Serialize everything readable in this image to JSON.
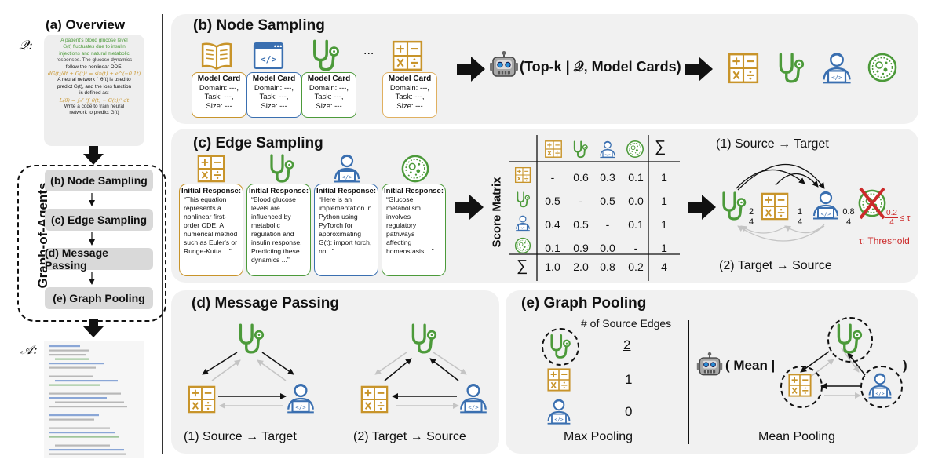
{
  "overview": {
    "title": "(a) Overview",
    "q_label": "𝒬:",
    "a_label": "𝒜:",
    "question_lines": [
      {
        "text": "A patient's blood glucose level",
        "cls": "green"
      },
      {
        "text": "G(t) fluctuates due to insulin",
        "cls": "green"
      },
      {
        "text": "injections and natural metabolic",
        "cls": "green"
      },
      {
        "text": "responses. The glucose dynamics",
        "cls": "mix"
      },
      {
        "text": "follow the nonlinear ODE:",
        "cls": ""
      },
      {
        "text": "dG(t)/dt + G(t)² = sin(t) + e^(−0.1t)",
        "cls": "orange"
      },
      {
        "text": "A neural network f_θ(t) is used to",
        "cls": ""
      },
      {
        "text": "predict G(t), and the loss function",
        "cls": ""
      },
      {
        "text": "is defined as:",
        "cls": ""
      },
      {
        "text": "L(θ) = ∫₀ᵀ (f_θ(t) − G(t))² dt",
        "cls": "orange"
      },
      {
        "text": "Write a code to train neural",
        "cls": "mixblue"
      },
      {
        "text": "network to predict G(t)",
        "cls": "mixblue2"
      }
    ],
    "graph_of_agents": "Graph-of-Agents",
    "steps": [
      "(b) Node Sampling",
      "(c) Edge Sampling",
      "(d) Message Passing",
      "(e) Graph Pooling"
    ]
  },
  "node_sampling": {
    "title": "(b) Node Sampling",
    "cards": [
      {
        "title": "Model Card",
        "lines": [
          "Domain: ---,",
          "Task: ---,",
          "Size: ---"
        ],
        "color": "#c8942a"
      },
      {
        "title": "Model Card",
        "lines": [
          "Domain: ---,",
          "Task: ---,",
          "Size: ---"
        ],
        "color": "#3a6fb0"
      },
      {
        "title": "Model Card",
        "lines": [
          "Domain: ---,",
          "Task: ---,",
          "Size: ---"
        ],
        "color": "#4c9a3a"
      },
      {
        "title": "Model Card",
        "lines": [
          "Domain: ---,",
          "Task: ---,",
          "Size: ---"
        ],
        "color": "#e0b060"
      }
    ],
    "ellipsis": "...",
    "formula": "(Top-k | 𝒬, Model Cards)"
  },
  "edge_sampling": {
    "title": "(c) Edge Sampling",
    "responses": [
      {
        "title": "Initial Response:",
        "text": "“This equation represents a nonlinear first-order ODE. A numerical method such as Euler's or Runge-Kutta ...”",
        "color": "#c8942a"
      },
      {
        "title": "Initial Response:",
        "text": "“Blood glucose levels are influenced by metabolic regulation and insulin response. Predicting these dynamics ...”",
        "color": "#4c9a3a"
      },
      {
        "title": "Initial Response:",
        "text": "“Here is an implementation in Python using PyTorch for approximating G(t): import torch, nn...”",
        "color": "#3a6fb0"
      },
      {
        "title": "Initial Response:",
        "text": "“Glucose metabolism involves regulatory pathways affecting homeostasis ...”",
        "color": "#4c9a3a"
      }
    ],
    "score_matrix_label": "Score Matrix",
    "sum_symbol": "∑",
    "rows": [
      [
        "-",
        "0.6",
        "0.3",
        "0.1",
        "1"
      ],
      [
        "0.5",
        "-",
        "0.5",
        "0.0",
        "1"
      ],
      [
        "0.4",
        "0.5",
        "-",
        "0.1",
        "1"
      ],
      [
        "0.1",
        "0.9",
        "0.0",
        "-",
        "1"
      ]
    ],
    "col_sums": [
      "1.0",
      "2.0",
      "0.8",
      "0.2",
      "4"
    ],
    "source_target": "(1) Source → Target",
    "target_source": "(2) Target → Source",
    "frac1": {
      "num": "2",
      "den": "4"
    },
    "frac2": {
      "num": "1",
      "den": "4"
    },
    "frac3": {
      "num": "0.8",
      "den": "4"
    },
    "frac4": {
      "num": "0.2",
      "den": "4"
    },
    "tau_ineq": "≤ τ",
    "threshold": "τ: Threshold"
  },
  "message_passing": {
    "title": "(d) Message Passing",
    "left_label": "(1) Source → Target",
    "right_label": "(2) Target  → Source"
  },
  "graph_pooling": {
    "title": "(e) Graph Pooling",
    "source_edges_label": "# of Source Edges",
    "counts": [
      "2",
      "1",
      "0"
    ],
    "max_label": "Max Pooling",
    "mean_label": "Mean Pooling",
    "mean_formula_open": "( Mean |",
    "mean_formula_close": ")"
  },
  "colors": {
    "green": "#4c9a3a",
    "blue": "#3a6fb0",
    "orange": "#c8942a",
    "red": "#cc2a2a",
    "panel": "#f1f1f1"
  }
}
